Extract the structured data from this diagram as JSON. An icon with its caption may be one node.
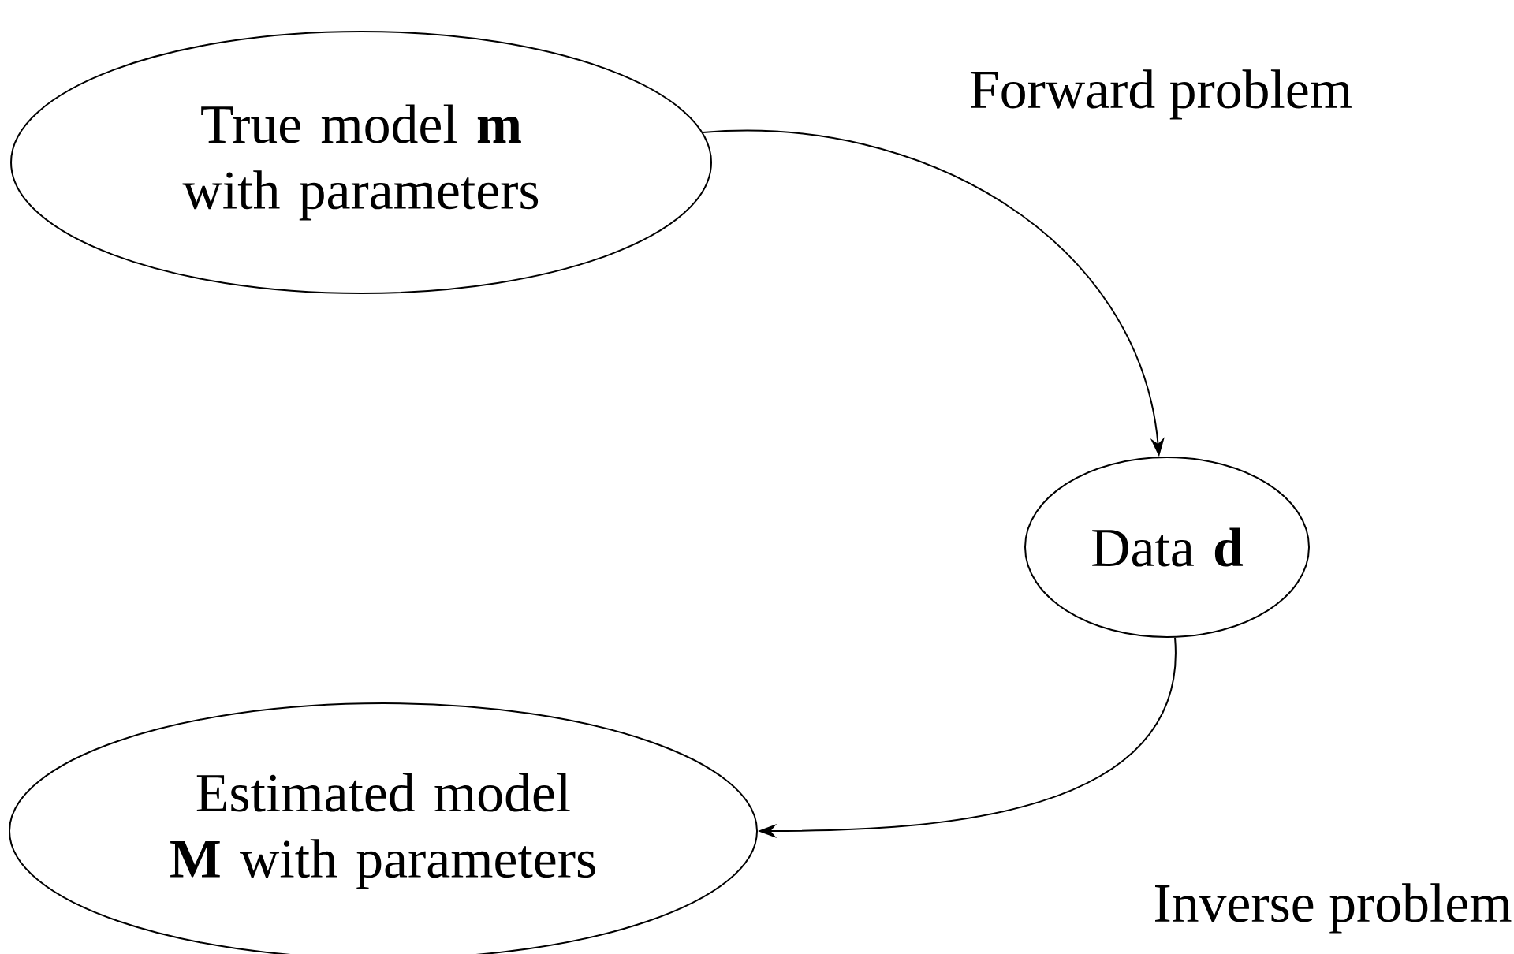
{
  "diagram": {
    "nodes": [
      {
        "text": [
          "True model **m** with parameters"
        ]
      },
      {
        "text": [
          "Data **d**"
        ]
      },
      {
        "text": [
          "Estimated model **M** with parameters"
        ]
      }
    ],
    "edges": [
      {
        "from": 0,
        "to": 1,
        "arrow": "to",
        "label": "Forward problem"
      },
      {
        "from": 1,
        "to": 2,
        "arrow": "to",
        "label": "Inverse problem"
      }
    ]
  }
}
